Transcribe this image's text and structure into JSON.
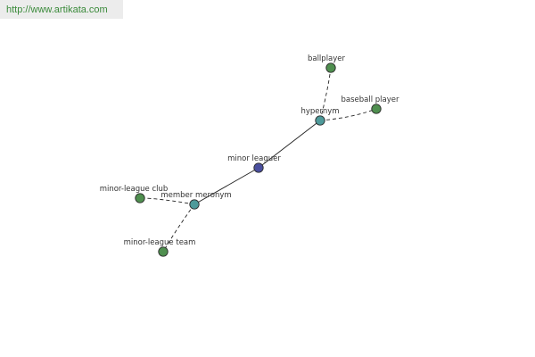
{
  "header": {
    "url": "http://www.artikata.com"
  },
  "colors": {
    "url_text": "#3a8a3a",
    "url_background": "#ececec",
    "central_node": "#4a4f9e",
    "relation_node": "#4e9a9a",
    "term_node": "#4f8f4f"
  },
  "graph": {
    "central": {
      "label": "minor leaguer",
      "icon": "central-node-icon"
    },
    "relations": [
      {
        "label": "hypernym",
        "terms": [
          "ballplayer",
          "baseball player"
        ]
      },
      {
        "label": "member meronym",
        "terms": [
          "minor-league club",
          "minor-league team"
        ]
      }
    ]
  }
}
